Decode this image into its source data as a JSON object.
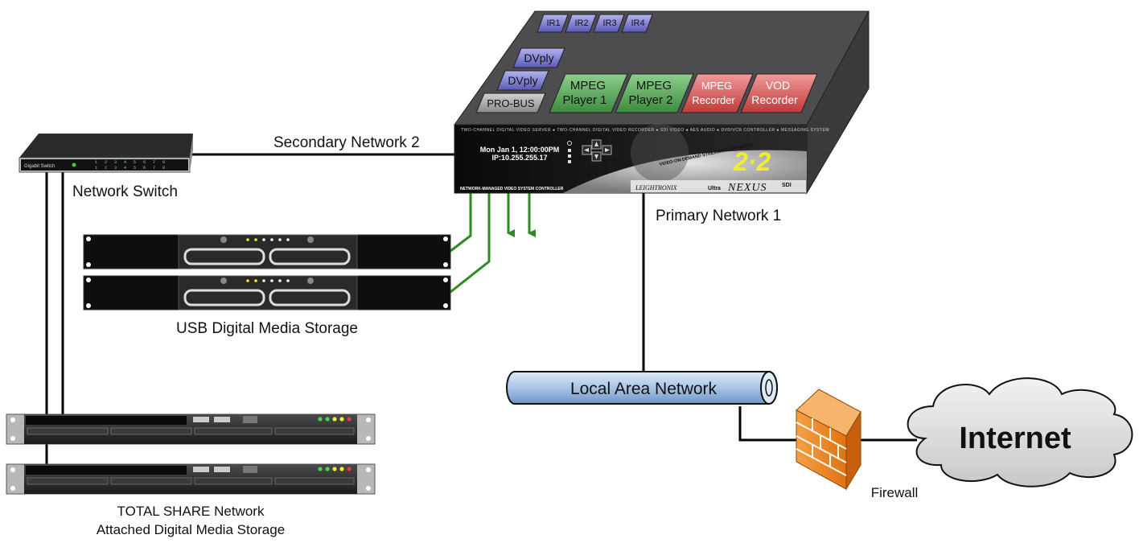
{
  "labels": {
    "secondary_network": "Secondary Network 2",
    "primary_network": "Primary Network 1",
    "network_switch": "Network Switch",
    "usb_storage": "USB Digital Media Storage",
    "total_share_line1": "TOTAL SHARE Network",
    "total_share_line2": "Attached Digital Media Storage",
    "lan": "Local Area Network",
    "firewall": "Firewall",
    "internet": "Internet"
  },
  "switch": {
    "model": "Gigabit Switch",
    "ports_top": "1 2 3 4 5 6 7 8",
    "ports_bottom": "1 2 3 4 5 6 7 8"
  },
  "device": {
    "top_banner": "TWO-CHANNEL DIGITAL VIDEO SERVER ● TWO-CHANNEL DIGITAL VIDEO RECORDER ● SDI VIDEO ● AES AUDIO ● DVD/VCR CONTROLLER ● MESSAGING SYSTEM",
    "lcd_line1": "Mon Jan 1, 12:00:00PM",
    "lcd_line2": "IP:10.255.255.17",
    "controller_label": "NETWORK-MANAGED VIDEO SYSTEM CONTROLLER",
    "streaming_banner": "VIDEO-ON-DEMAND STREAMING OPTIMIZED",
    "badge": "2·2",
    "brand": "LEIGHTRONIX",
    "model_prefix": "Ultra",
    "model_name": "NEXUS",
    "model_suffix": "SDI"
  },
  "modules": {
    "ir1": "IR1",
    "ir2": "IR2",
    "ir3": "IR3",
    "ir4": "IR4",
    "dvply_upper": "DVply",
    "dvply_lower": "DVply",
    "probus": "PRO-BUS",
    "mpeg1_line1": "MPEG",
    "mpeg1_line2": "Player 1",
    "mpeg2_line1": "MPEG",
    "mpeg2_line2": "Player 2",
    "mpegrec_line1": "MPEG",
    "mpegrec_line2": "Recorder",
    "vod_line1": "VOD",
    "vod_line2": "Recorder"
  },
  "colors": {
    "ir_blue": "#6f6fc8",
    "dvply_blue": "#8f8fe0",
    "mpeg_green": "#5aa05a",
    "recorder_red": "#d85858",
    "probus_gray": "#a9a9a9",
    "usb_green": "#2e8b22",
    "firewall_orange": "#f08a1c",
    "lan_blue": "#a9c5e6",
    "badge_yellow": "#f3ee2a"
  },
  "icons": [
    "arrow-up-icon",
    "arrow-down-icon",
    "arrow-left-icon",
    "arrow-right-icon"
  ]
}
